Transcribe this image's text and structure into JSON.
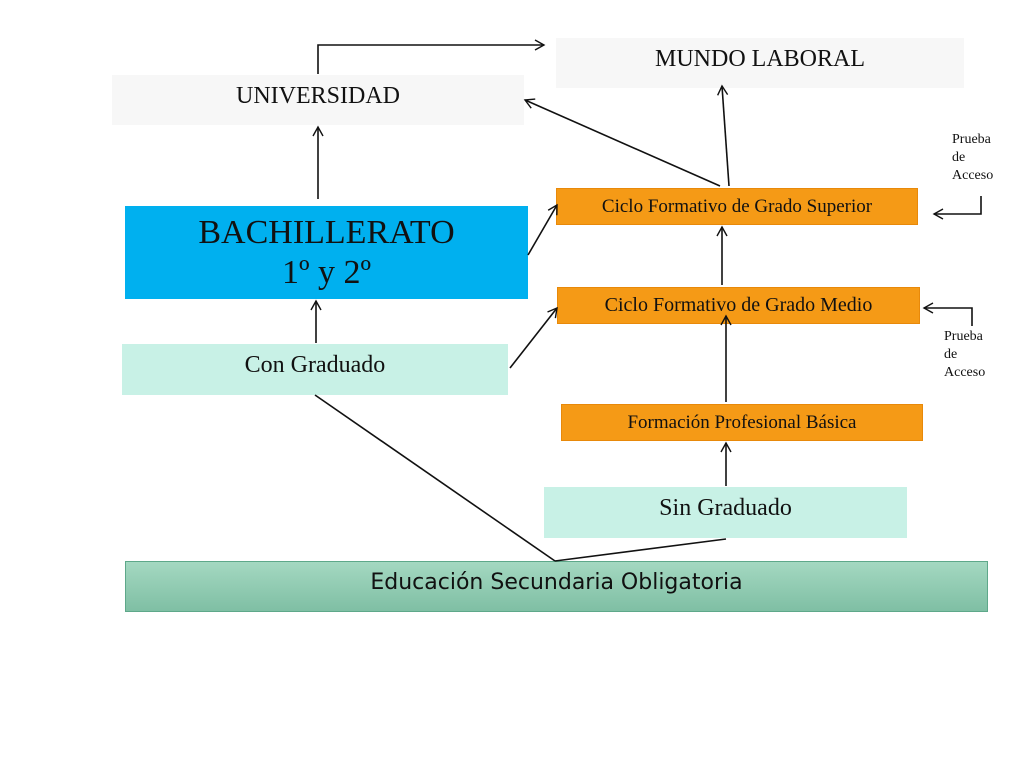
{
  "boxes": {
    "mundo_laboral": "MUNDO LABORAL",
    "universidad": "UNIVERSIDAD",
    "bachillerato_line1": "BACHILLERATO",
    "bachillerato_line2": "1º y 2º",
    "con_graduado": "Con Graduado",
    "sin_graduado": "Sin Graduado",
    "grado_superior": "Ciclo Formativo de Grado Superior",
    "grado_medio": "Ciclo Formativo de Grado Medio",
    "fp_basica": "Formación Profesional Básica",
    "eso": "Educación Secundaria Obligatoria"
  },
  "notes": {
    "prueba_superior": {
      "line1": "Prueba",
      "line2": "de",
      "line3": "Acceso"
    },
    "prueba_medio": {
      "line1": "Prueba",
      "line2": "de",
      "line3": "Acceso"
    }
  },
  "colors": {
    "bachillerato": "#00b0ef",
    "ciclos": "#f59a16",
    "graduado": "#c8f1e6",
    "eso": "#8fcbb0"
  }
}
